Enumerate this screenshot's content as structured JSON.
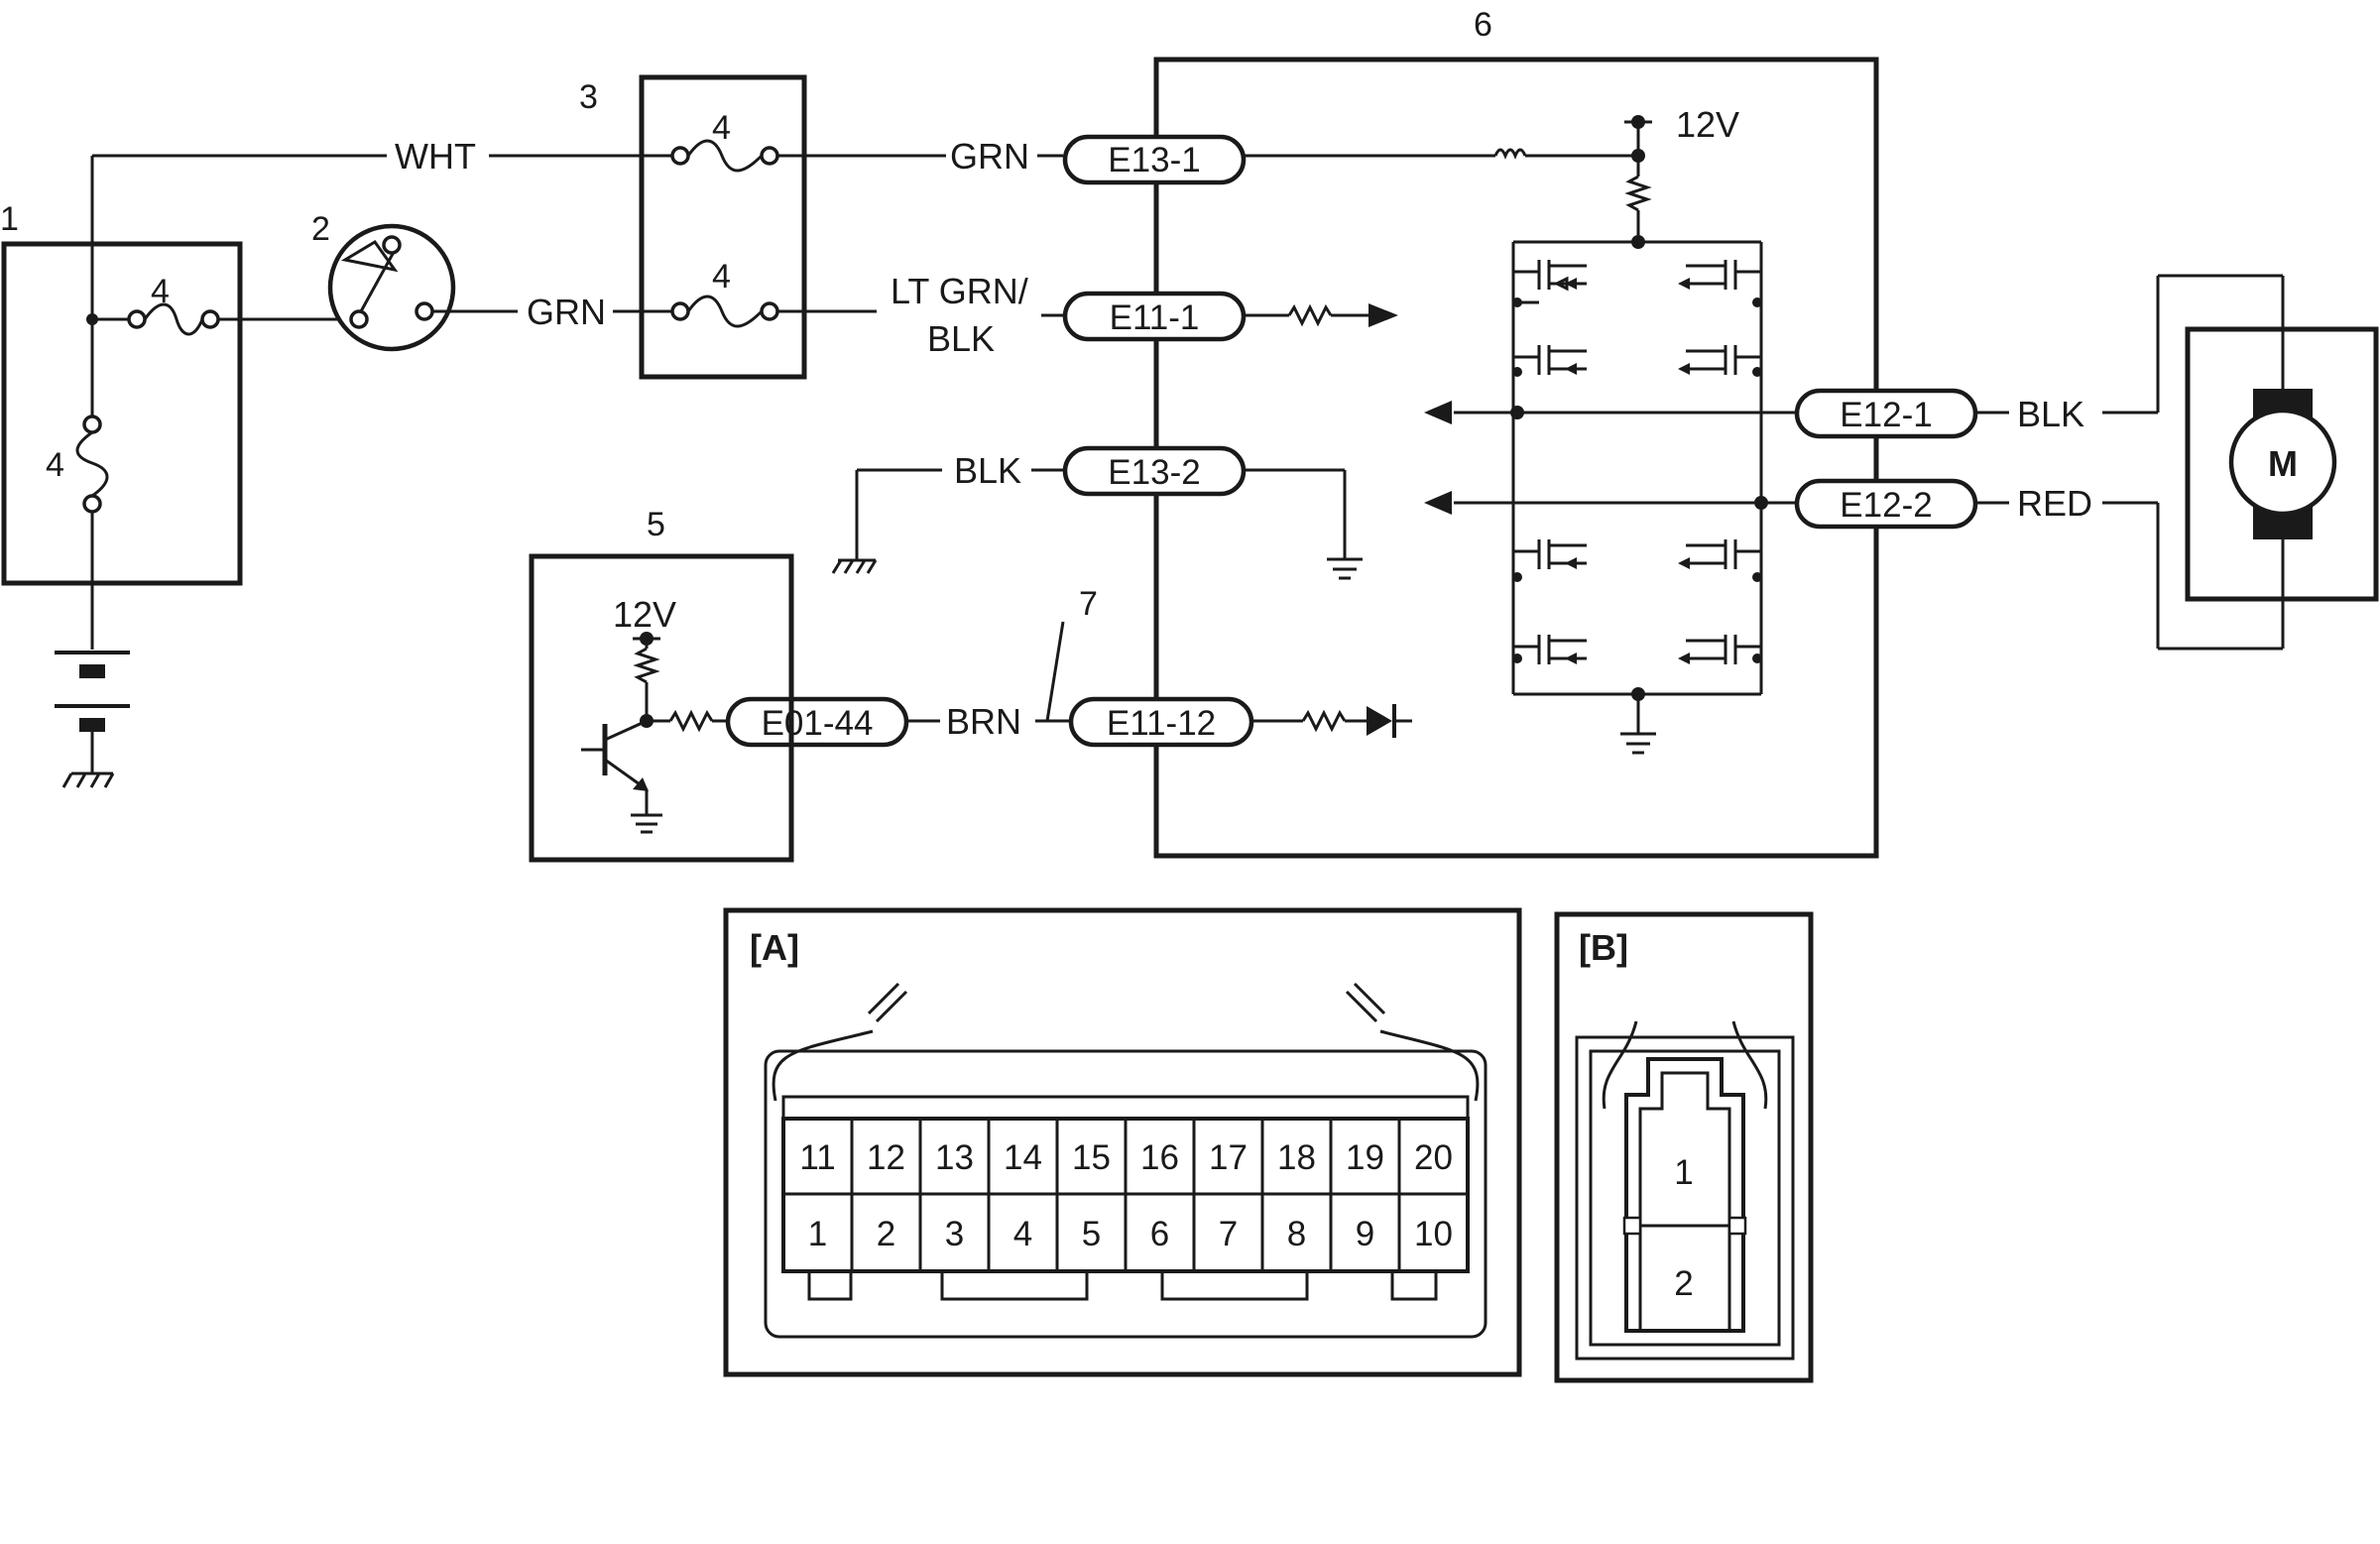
{
  "callouts": {
    "n1": "1",
    "n2": "2",
    "n3": "3",
    "n4a": "4",
    "n4b": "4",
    "n4c": "4",
    "n4d": "4",
    "n5": "5",
    "n6": "6",
    "n7": "7"
  },
  "wires": {
    "wht": "WHT",
    "grn_top": "GRN",
    "grn_mid": "GRN",
    "ltgrn_line1": "LT GRN/",
    "ltgrn_line2": "BLK",
    "blk_ground": "BLK",
    "brn": "BRN",
    "blk_motor": "BLK",
    "red_motor": "RED"
  },
  "terminals": {
    "e13_1": "E13-1",
    "e11_1": "E11-1",
    "e13_2": "E13-2",
    "e11_12": "E11-12",
    "e12_1": "E12-1",
    "e12_2": "E12-2",
    "e01_44": "E01-44"
  },
  "supply": {
    "v12_module6": "12V",
    "v12_module5": "12V"
  },
  "motor": {
    "label": "M"
  },
  "connector_a": {
    "title": "[A]",
    "top_row": [
      "11",
      "12",
      "13",
      "14",
      "15",
      "16",
      "17",
      "18",
      "19",
      "20"
    ],
    "bottom_row": [
      "1",
      "2",
      "3",
      "4",
      "5",
      "6",
      "7",
      "8",
      "9",
      "10"
    ]
  },
  "connector_b": {
    "title": "[B]",
    "pins": [
      "1",
      "2"
    ]
  }
}
